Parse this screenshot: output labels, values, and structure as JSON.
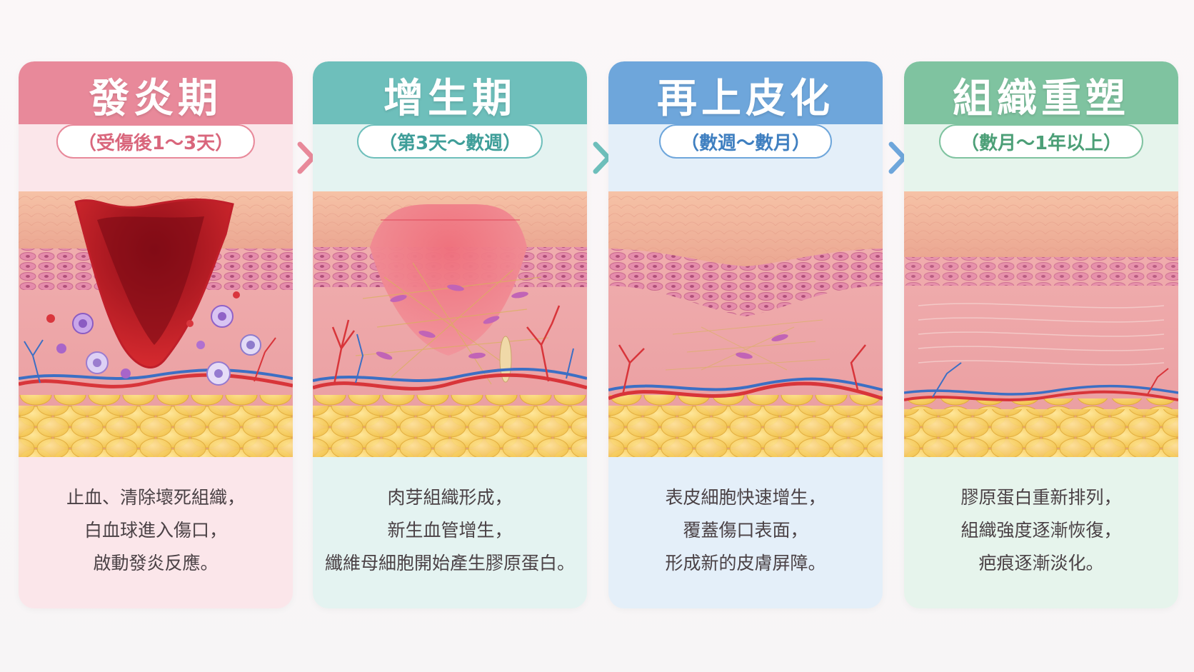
{
  "stages": [
    {
      "title": "發炎期",
      "duration": "（受傷後1～3天）",
      "lines": [
        "止血、清除壞死組織，",
        "白血球進入傷口，",
        "啟動發炎反應。"
      ],
      "colors": {
        "header": "#e8899a",
        "pill_border": "#e8899a",
        "pill_text": "#d9667c",
        "card": "#fbe6ea"
      }
    },
    {
      "title": "增生期",
      "duration": "（第3天～數週）",
      "lines": [
        "肉芽組織形成，",
        "新生血管增生，",
        "纖維母細胞開始產生膠原蛋白。"
      ],
      "colors": {
        "header": "#6ebfbb",
        "pill_border": "#6ebfbb",
        "pill_text": "#3f9e99",
        "card": "#e4f3f1"
      }
    },
    {
      "title": "再上皮化",
      "duration": "（數週～數月）",
      "lines": [
        "表皮細胞快速增生，",
        "覆蓋傷口表面，",
        "形成新的皮膚屏障。"
      ],
      "colors": {
        "header": "#6ea6db",
        "pill_border": "#6ea6db",
        "pill_text": "#3f7fc0",
        "card": "#e4eff9"
      }
    },
    {
      "title": "組織重塑",
      "duration": "（數月～1年以上）",
      "lines": [
        "膠原蛋白重新排列，",
        "組織強度逐漸恢復，",
        "疤痕逐漸淡化。"
      ],
      "colors": {
        "header": "#7fc3a0",
        "pill_border": "#7fc3a0",
        "pill_text": "#4c9f77",
        "card": "#e6f4ec"
      }
    }
  ],
  "arrow_colors": [
    "#e8899a",
    "#6ebfbb",
    "#6ea6db"
  ]
}
